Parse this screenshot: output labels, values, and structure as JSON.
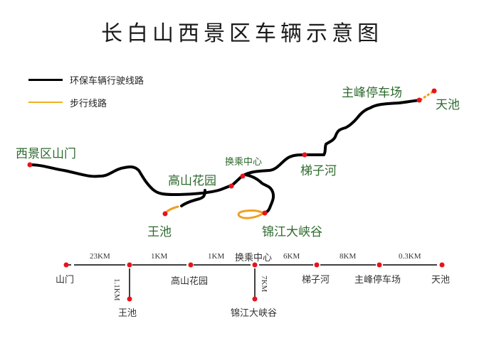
{
  "title": "长白山西景区车辆示意图",
  "legend": {
    "vehicle_route": {
      "label": "环保车辆行驶线路",
      "color": "#000000"
    },
    "walking_route": {
      "label": "步行线路",
      "color": "#f0a020"
    }
  },
  "colors": {
    "label_green": "#2d6a2d",
    "stop_red": "#e8131b",
    "walk_orange": "#f0a020"
  },
  "map": {
    "stops": [
      {
        "id": "gate",
        "label": "西景区山门"
      },
      {
        "id": "alpine_garden",
        "label": "高山花园"
      },
      {
        "id": "transfer_center",
        "label": "换乘中心"
      },
      {
        "id": "tizi_river",
        "label": "梯子河"
      },
      {
        "id": "main_peak_parking",
        "label": "主峰停车场"
      },
      {
        "id": "tianchi",
        "label": "天池"
      },
      {
        "id": "wangchi",
        "label": "王池"
      },
      {
        "id": "jinjiang_canyon",
        "label": "锦江大峡谷"
      }
    ]
  },
  "schematic": {
    "stops": [
      {
        "label": "山门"
      },
      {
        "label": "王池"
      },
      {
        "label": "高山花园"
      },
      {
        "label": "换乘中心"
      },
      {
        "label": "梯子河"
      },
      {
        "label": "主峰停车场"
      },
      {
        "label": "天池"
      },
      {
        "label": "锦江大峡谷"
      }
    ],
    "distances": {
      "gate_to_junction": "23KM",
      "junction_to_wangchi": "1.1KM",
      "junction_to_garden": "1KM",
      "garden_to_transfer": "1KM",
      "transfer_to_canyon": "7KM",
      "transfer_to_tizi": "6KM",
      "tizi_to_parking": "8KM",
      "parking_to_tianchi": "0.3KM"
    }
  }
}
